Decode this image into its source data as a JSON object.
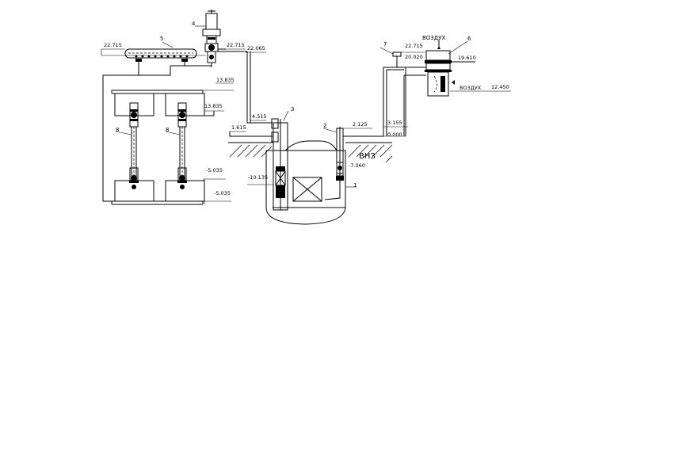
{
  "elevations": {
    "e1": "22.715",
    "e2": "22.715",
    "e3": "22.065",
    "e4": "13.835",
    "e5": "13.835",
    "e6": "4.515",
    "e7": "1.615",
    "e8": "-5.035",
    "e9": "-5.035",
    "e10": "-10.135",
    "e11": "2.125",
    "e12": "-7.060",
    "e13": "3.155",
    "e14": "0.000",
    "e15": "22.715",
    "e16": "20.020",
    "e17": "19.610",
    "e18": "12.450"
  },
  "callouts": {
    "c1": "1",
    "c2": "2",
    "c3": "3",
    "c4": "4",
    "c5": "5",
    "c6": "6",
    "c7": "7",
    "c8a": "8",
    "c8b": "8"
  },
  "labels": {
    "air_top": "ВОЗДУХ",
    "air_right": "ВОЗДУХ",
    "shaft_name": "ВНЗ"
  }
}
